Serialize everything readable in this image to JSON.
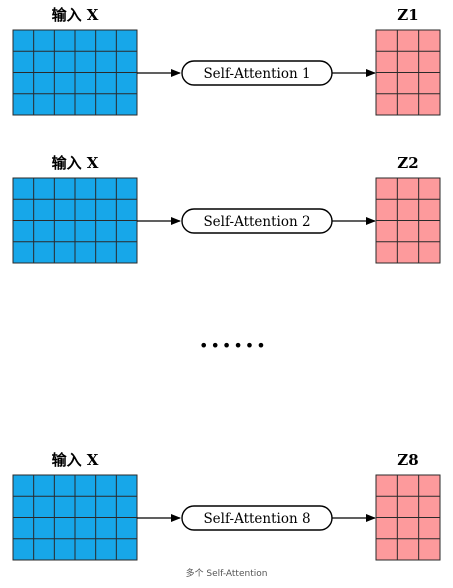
{
  "blocks": [
    {
      "input_label": "输入  X",
      "output_label": "Z1",
      "op_label": "Self-Attention 1"
    },
    {
      "input_label": "输入  X",
      "output_label": "Z2",
      "op_label": "Self-Attention 2"
    },
    {
      "input_label": "输入  X",
      "output_label": "Z8",
      "op_label": "Self-Attention 8"
    }
  ],
  "ellipsis": "••••••",
  "caption": "多个 Self-Attention",
  "colors": {
    "input_fill": "#17A7E9",
    "output_fill": "#FD9A9C",
    "grid_line": "#2a2a2a",
    "arrow": "#000000",
    "box_stroke": "#000000",
    "box_fill": "#ffffff"
  },
  "input_grid": {
    "rows": 4,
    "cols": 6
  },
  "output_grid": {
    "rows": 4,
    "cols": 3
  }
}
